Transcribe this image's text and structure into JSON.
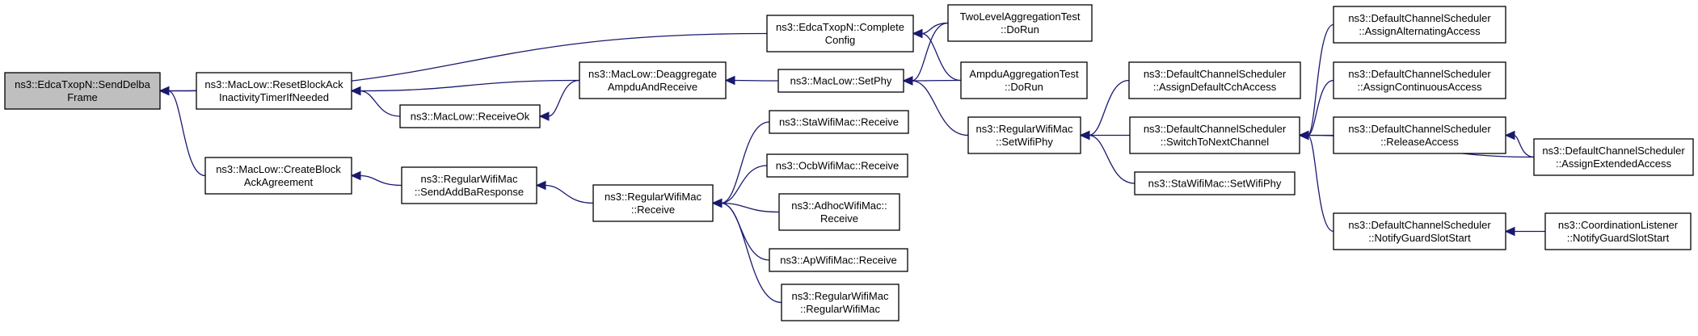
{
  "nodes": {
    "root": [
      "ns3::EdcaTxopN::SendDelba",
      "Frame"
    ],
    "reset_ba": [
      "ns3::MacLow::ResetBlockAck",
      "InactivityTimerIfNeeded"
    ],
    "create_ba": [
      "ns3::MacLow::CreateBlock",
      "AckAgreement"
    ],
    "receive_ok": [
      "ns3::MacLow::ReceiveOk"
    ],
    "deaggregate": [
      "ns3::MacLow::Deaggregate",
      "AmpduAndReceive"
    ],
    "complete_config": [
      "ns3::EdcaTxopN::Complete",
      "Config"
    ],
    "set_phy": [
      "ns3::MacLow::SetPhy"
    ],
    "send_addba": [
      "ns3::RegularWifiMac",
      "::SendAddBaResponse"
    ],
    "regular_receive": [
      "ns3::RegularWifiMac",
      "::Receive"
    ],
    "two_level": [
      "TwoLevelAggregationTest",
      "::DoRun"
    ],
    "ampdu": [
      "AmpduAggregationTest",
      "::DoRun"
    ],
    "regular_setwifiphy": [
      "ns3::RegularWifiMac",
      "::SetWifiPhy"
    ],
    "sta_receive": [
      "ns3::StaWifiMac::Receive"
    ],
    "ocb_receive": [
      "ns3::OcbWifiMac::Receive"
    ],
    "adhoc_receive": [
      "ns3::AdhocWifiMac::",
      "Receive"
    ],
    "ap_receive": [
      "ns3::ApWifiMac::Receive"
    ],
    "regular_ctor": [
      "ns3::RegularWifiMac",
      "::RegularWifiMac"
    ],
    "assign_default_cch": [
      "ns3::DefaultChannelScheduler",
      "::AssignDefaultCchAccess"
    ],
    "switch_next": [
      "ns3::DefaultChannelScheduler",
      "::SwitchToNextChannel"
    ],
    "sta_setwifiphy": [
      "ns3::StaWifiMac::SetWifiPhy"
    ],
    "assign_alternating": [
      "ns3::DefaultChannelScheduler",
      "::AssignAlternatingAccess"
    ],
    "assign_continuous": [
      "ns3::DefaultChannelScheduler",
      "::AssignContinuousAccess"
    ],
    "release_access": [
      "ns3::DefaultChannelScheduler",
      "::ReleaseAccess"
    ],
    "notify_guard": [
      "ns3::DefaultChannelScheduler",
      "::NotifyGuardSlotStart"
    ],
    "assign_extended": [
      "ns3::DefaultChannelScheduler",
      "::AssignExtendedAccess"
    ],
    "coord_notify": [
      "ns3::CoordinationListener",
      "::NotifyGuardSlotStart"
    ]
  },
  "edges": [
    [
      "root",
      "reset_ba"
    ],
    [
      "root",
      "create_ba"
    ],
    [
      "root",
      "complete_config"
    ],
    [
      "reset_ba",
      "receive_ok"
    ],
    [
      "reset_ba",
      "deaggregate"
    ],
    [
      "receive_ok",
      "deaggregate"
    ],
    [
      "deaggregate",
      "set_phy"
    ],
    [
      "complete_config",
      "two_level"
    ],
    [
      "complete_config",
      "ampdu"
    ],
    [
      "set_phy",
      "two_level"
    ],
    [
      "set_phy",
      "ampdu"
    ],
    [
      "set_phy",
      "regular_setwifiphy"
    ],
    [
      "create_ba",
      "send_addba"
    ],
    [
      "send_addba",
      "regular_receive"
    ],
    [
      "regular_receive",
      "sta_receive"
    ],
    [
      "regular_receive",
      "ocb_receive"
    ],
    [
      "regular_receive",
      "adhoc_receive"
    ],
    [
      "regular_receive",
      "ap_receive"
    ],
    [
      "regular_receive",
      "regular_ctor"
    ],
    [
      "regular_setwifiphy",
      "assign_default_cch"
    ],
    [
      "regular_setwifiphy",
      "switch_next"
    ],
    [
      "regular_setwifiphy",
      "sta_setwifiphy"
    ],
    [
      "switch_next",
      "assign_alternating"
    ],
    [
      "switch_next",
      "assign_continuous"
    ],
    [
      "switch_next",
      "release_access"
    ],
    [
      "switch_next",
      "assign_extended"
    ],
    [
      "switch_next",
      "notify_guard"
    ],
    [
      "release_access",
      "assign_extended"
    ],
    [
      "notify_guard",
      "coord_notify"
    ]
  ],
  "colors": {
    "edge": "#191970",
    "root_fill": "#bfbfbf",
    "node_fill": "#ffffff",
    "node_border": "#000000"
  }
}
